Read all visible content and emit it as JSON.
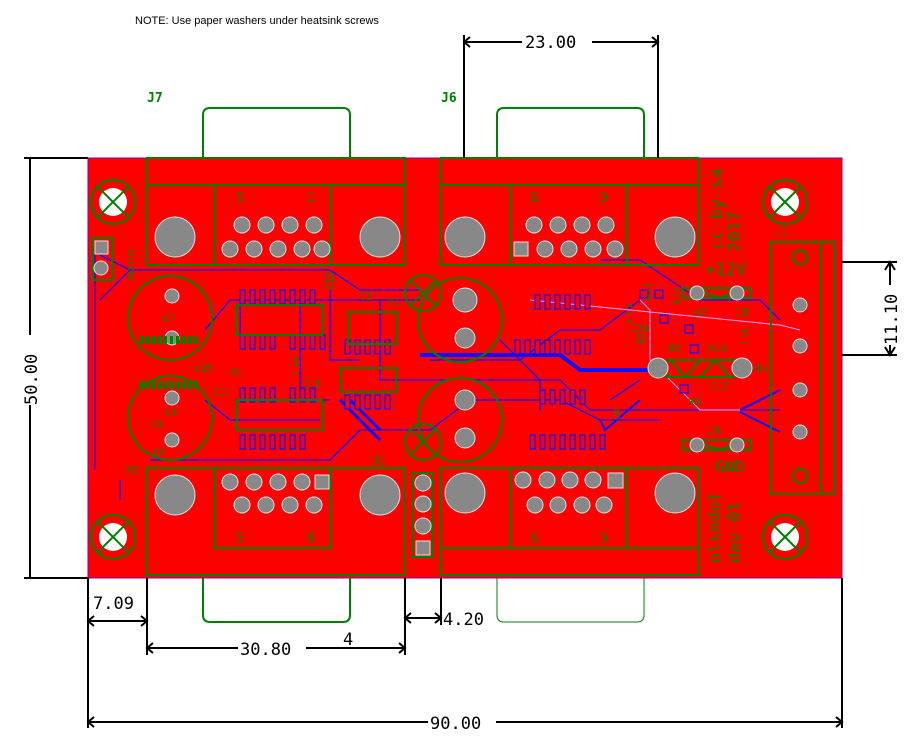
{
  "note": "NOTE: Use paper washers under heatsink screws",
  "colors": {
    "copper_top": "#ff0000",
    "silkscreen": "#008000",
    "traces_bottom": "#1010ff",
    "pads": "#888888",
    "dimension": "#000000"
  },
  "dimensions": {
    "width": "90.00",
    "height": "50.00",
    "top_connector": "23.00",
    "right_terminal": "11.10",
    "left_offset": "7.09",
    "bottom_connector": "30.80",
    "gap": "4.20",
    "marker": "4"
  },
  "labels": {
    "j7": "J7",
    "j6": "J6",
    "j1": "J1",
    "j8": "J8",
    "j9": "J9",
    "j2": "J2",
    "plus12v": "+12V",
    "gnd": "GND",
    "license": "cc-by-sa",
    "year": "2017",
    "project": "olsndot",
    "revision": "dev-01",
    "boot0": "BOOT0",
    "c7": "C7",
    "c8": "C8",
    "c9": "C9",
    "c1": "C1",
    "c15": "C15",
    "c11": "C11",
    "u1": "U1",
    "u4": "U4",
    "u7": "U7",
    "y1": "Y1",
    "c2": "C2",
    "c12": "C12",
    "c18": "C18",
    "c19": "C19",
    "c13": "C13",
    "c20": "C20",
    "c16": "C16",
    "c17": "C17",
    "r2": "R2",
    "r5": "R5",
    "r6": "R6",
    "r7": "R7",
    "r9": "R9",
    "r10": "R10",
    "r11": "R11",
    "r12": "R12",
    "pin5": "5",
    "pin1": "1",
    "pin6": "6",
    "pin9": "9"
  }
}
